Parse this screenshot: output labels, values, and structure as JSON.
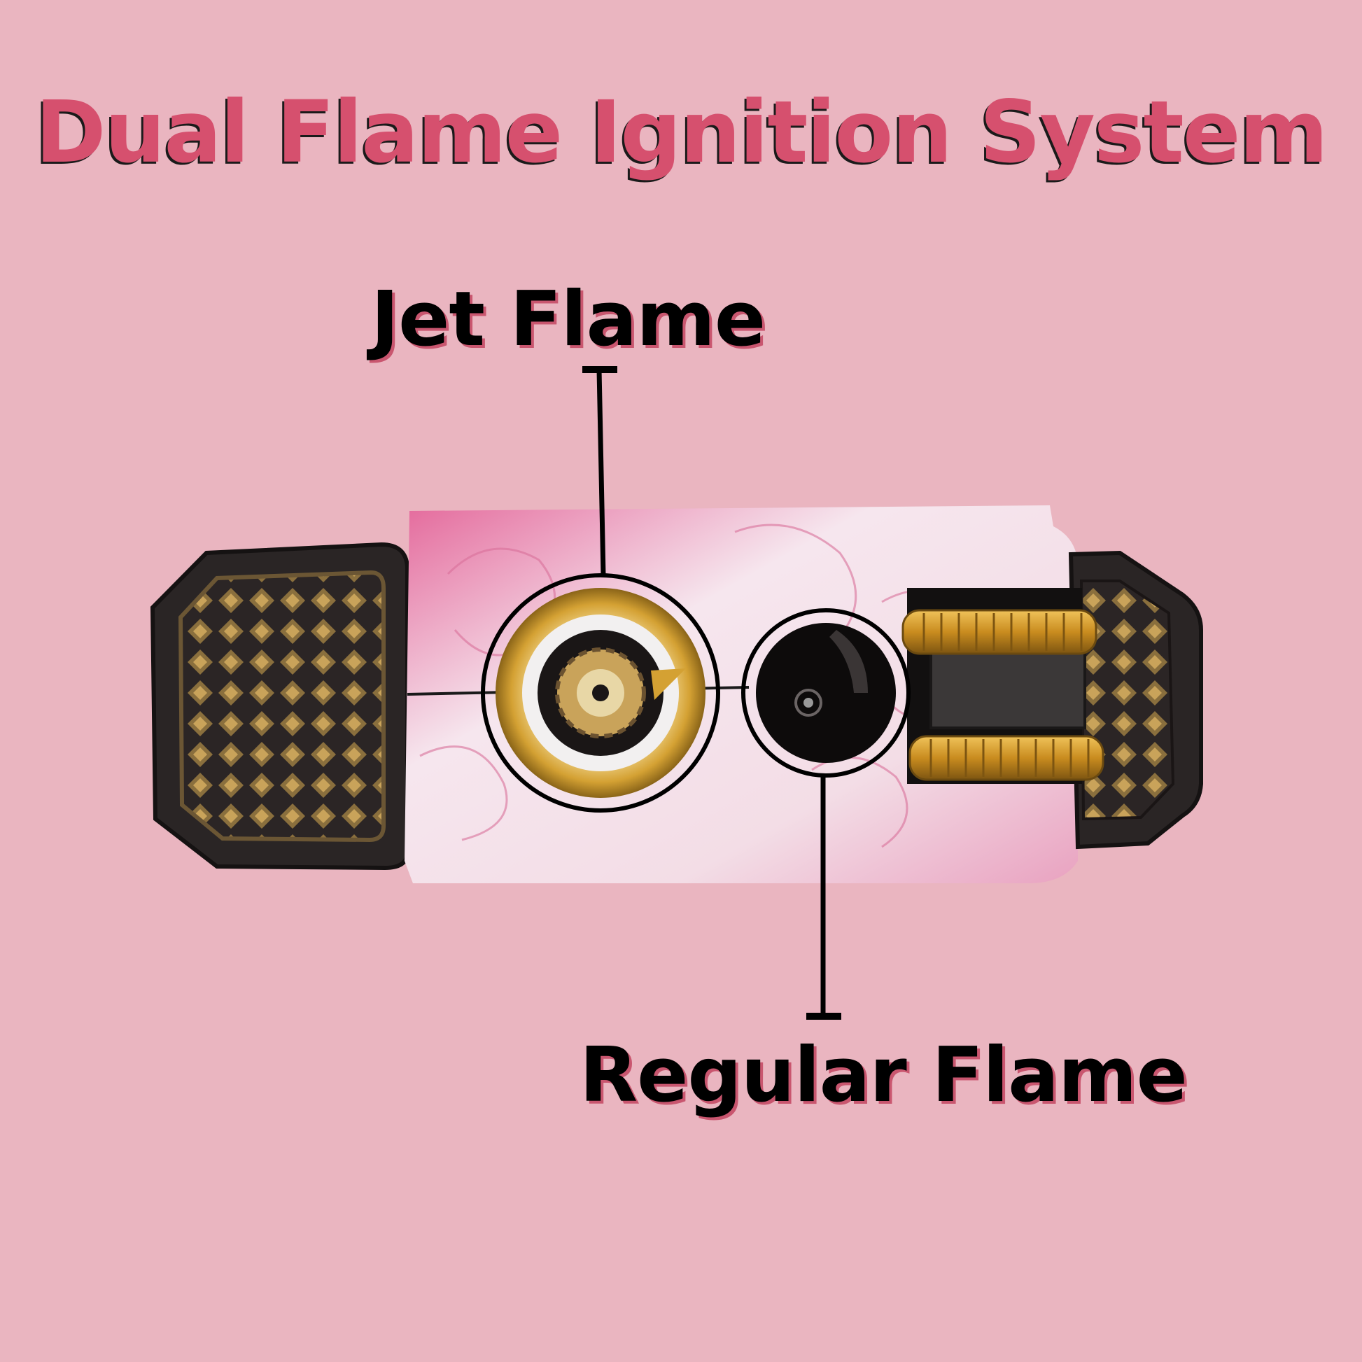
{
  "title": "Dual Flame Ignition System",
  "labels": {
    "jet": "Jet Flame",
    "regular": "Regular Flame"
  },
  "colors": {
    "background": "#eab5c0",
    "title": "#d6506e",
    "title_shadow": "#1a1a1a",
    "label_text": "#000000",
    "label_shadow": "#c9566f",
    "body": "#f3dde6",
    "body_pink": "#e46a9c",
    "caps": "#2a2525",
    "gold": "#d4a133",
    "callout": "#000000"
  },
  "icons": [
    "lighter-illustration",
    "jet-nozzle-icon",
    "regular-nozzle-icon",
    "flint-wheel-icon"
  ]
}
